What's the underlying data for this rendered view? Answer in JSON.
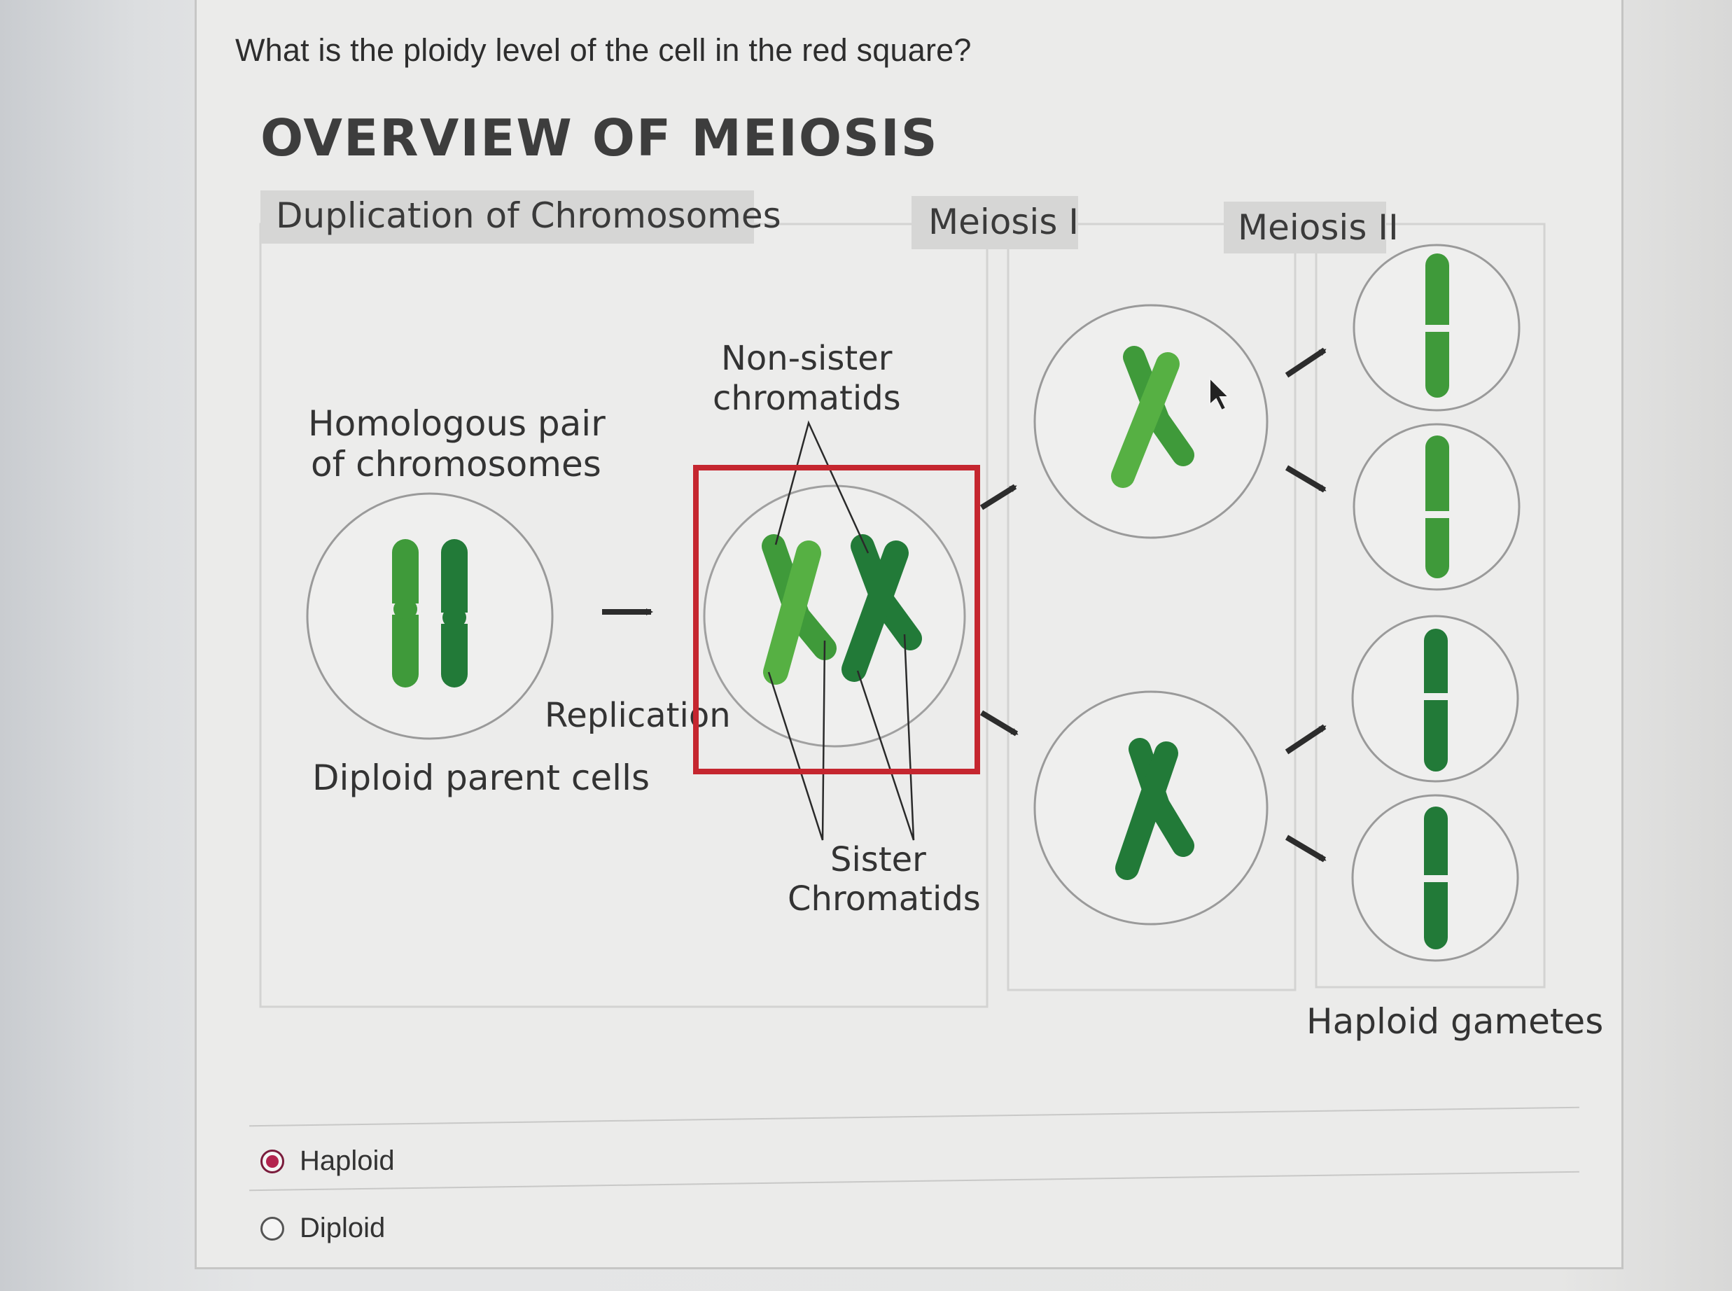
{
  "question": "What is the ploidy level of the cell in the red square?",
  "figure": {
    "title": "OVERVIEW OF MEIOSIS",
    "stage_tabs": [
      "Duplication of Chromosomes",
      "Meiosis I",
      "Meiosis II"
    ],
    "labels": {
      "homologous_line1": "Homologous pair",
      "homologous_line2": "of chromosomes",
      "non_sister_line1": "Non-sister",
      "non_sister_line2": "chromatids",
      "replication": "Replication",
      "diploid_parent": "Diploid parent cells",
      "sister_line1": "Sister",
      "sister_line2": "Chromatids",
      "haploid_gametes": "Haploid gametes"
    },
    "colors": {
      "highlight_box": "#c5262f",
      "chromosome_light": "#4fa93d",
      "chromosome_dark": "#1f7a3a"
    }
  },
  "options": [
    {
      "label": "Haploid",
      "selected": true
    },
    {
      "label": "Diploid",
      "selected": false
    }
  ]
}
